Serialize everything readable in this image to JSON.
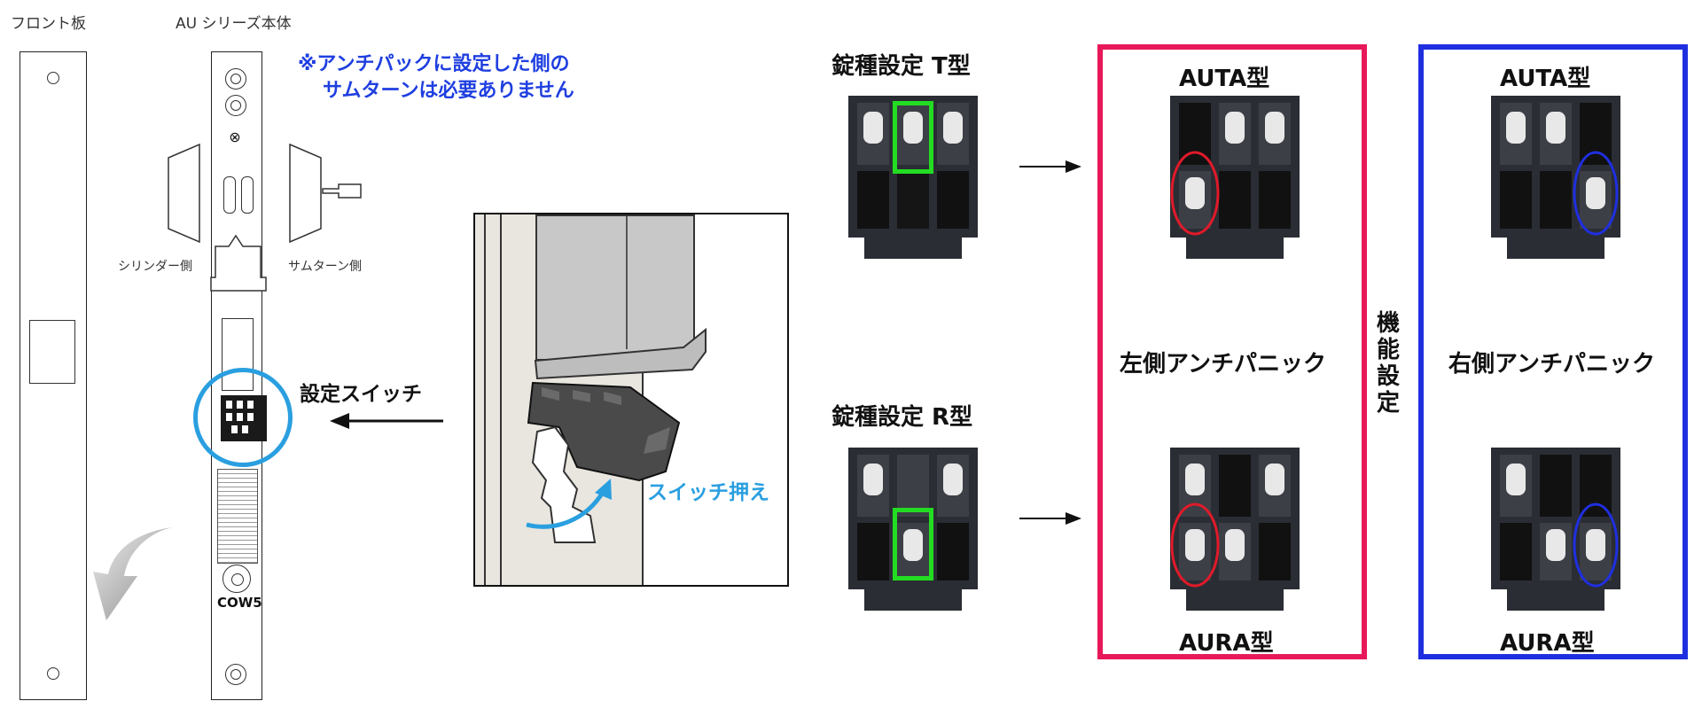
{
  "labels": {
    "front_plate": "フロント板",
    "au_body": "AU シリーズ本体",
    "note_line1": "※アンチパックに設定した側の",
    "note_line2": "サムターンは必要ありません",
    "cylinder_side": "シリンダー側",
    "thumbturn_side": "サムターン側",
    "setting_switch": "設定スイッチ",
    "switch_press": "スイッチ押え",
    "model_code": "COW5",
    "lock_type_T": "錠種設定 T型",
    "lock_type_R": "錠種設定 R型",
    "left_antipanic": "左側アンチパニック",
    "right_antipanic": "右側アンチパニック",
    "function_setting": "機能設定",
    "auta_left": "AUTA型",
    "aura_left": "AURA型",
    "auta_right": "AUTA型",
    "aura_right": "AURA型"
  },
  "colors": {
    "red_frame": "#e8195a",
    "blue_frame": "#1f2fe0",
    "green_marker": "#22dd22",
    "circle_cyan": "#2a9fe0",
    "red_oval": "#e01a2a",
    "blue_oval": "#1f2fe0"
  },
  "icons": [
    "arrow-left-icon",
    "arrow-right-icon",
    "curved-arrow-icon",
    "rotate-arrow-icon"
  ]
}
